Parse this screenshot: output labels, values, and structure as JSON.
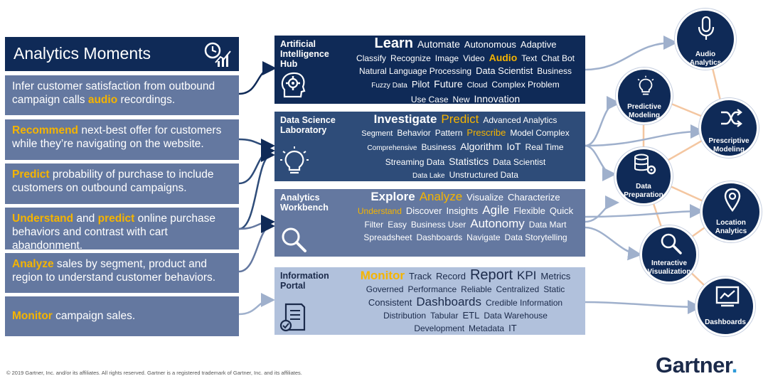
{
  "moments": {
    "title": "Analytics Moments",
    "items": [
      {
        "parts": [
          {
            "t": "Infer customer satisfaction from outbound campaign calls ",
            "h": false
          },
          {
            "t": "audio",
            "h": true
          },
          {
            "t": " recordings.",
            "h": false
          }
        ]
      },
      {
        "parts": [
          {
            "t": "Recommend",
            "h": true
          },
          {
            "t": " next-best offer for customers while they’re navigating on the website.",
            "h": false
          }
        ]
      },
      {
        "parts": [
          {
            "t": "Predict",
            "h": true
          },
          {
            "t": " probability of purchase to include customers on outbound campaigns.",
            "h": false
          }
        ]
      },
      {
        "parts": [
          {
            "t": "Understand",
            "h": true
          },
          {
            "t": " and ",
            "h": false
          },
          {
            "t": "predict",
            "h": true
          },
          {
            "t": " online purchase behaviors and contrast with cart abandonment.",
            "h": false
          }
        ]
      },
      {
        "parts": [
          {
            "t": "Analyze",
            "h": true
          },
          {
            "t": " sales by segment, product and region to understand customer behaviors.",
            "h": false
          }
        ]
      },
      {
        "parts": [
          {
            "t": "Monitor",
            "h": true
          },
          {
            "t": " campaign sales.",
            "h": false
          }
        ]
      }
    ]
  },
  "panels": [
    {
      "title": [
        "Artificial",
        "Intelligence",
        "Hub"
      ],
      "icon": "brain-gear-icon",
      "lines": [
        [
          [
            "Learn",
            "s20 b"
          ],
          [
            "Automate",
            "s14"
          ],
          [
            "Autonomous",
            "s13"
          ],
          [
            "Adaptive",
            "s13"
          ]
        ],
        [
          [
            "Classify",
            "s12"
          ],
          [
            "Recognize",
            "s12"
          ],
          [
            "Image",
            "s12"
          ],
          [
            "Video",
            "s12"
          ],
          [
            "Audio",
            "s14 b gold"
          ],
          [
            "Text",
            "s12"
          ],
          [
            "Chat Bot",
            "s12"
          ]
        ],
        [
          [
            "Natural Language Processing",
            "s12"
          ],
          [
            "Data Scientist",
            "s13"
          ],
          [
            "Business",
            "s12"
          ]
        ],
        [
          [
            "Fuzzy Data",
            "s10"
          ],
          [
            "Pilot",
            "s13"
          ],
          [
            "Future",
            "s14"
          ],
          [
            "Cloud",
            "s11"
          ],
          [
            "Complex Problem",
            "s12"
          ]
        ],
        [
          [
            "Use Case",
            "s12"
          ],
          [
            "New",
            "s12"
          ],
          [
            "Innovation",
            "s14"
          ]
        ]
      ]
    },
    {
      "title": [
        "Data Science",
        "Laboratory"
      ],
      "icon": "lightbulb-icon",
      "lines": [
        [
          [
            "Investigate",
            "s17 b"
          ],
          [
            "Predict",
            "s17 gold"
          ],
          [
            "Advanced Analytics",
            "s12"
          ]
        ],
        [
          [
            "Segment",
            "s11"
          ],
          [
            "Behavior",
            "s12"
          ],
          [
            "Pattern",
            "s12"
          ],
          [
            "Prescribe",
            "s13 gold"
          ],
          [
            "Model Complex",
            "s12"
          ]
        ],
        [
          [
            "Comprehensive",
            "s10"
          ],
          [
            "Business",
            "s12"
          ],
          [
            "Algorithm",
            "s14"
          ],
          [
            "IoT",
            "s14"
          ],
          [
            "Real Time",
            "s12"
          ]
        ],
        [
          [
            "Streaming Data",
            "s12"
          ],
          [
            "Statistics",
            "s14"
          ],
          [
            "Data Scientist",
            "s12"
          ]
        ],
        [
          [
            "Data Lake",
            "s10"
          ],
          [
            "Unstructured Data",
            "s12"
          ]
        ]
      ]
    },
    {
      "title": [
        "Analytics",
        "Workbench"
      ],
      "icon": "magnifier-icon",
      "lines": [
        [
          [
            "Explore",
            "s17 b"
          ],
          [
            "Analyze",
            "s17 gold"
          ],
          [
            "Visualize",
            "s13"
          ],
          [
            "Characterize",
            "s13"
          ]
        ],
        [
          [
            "Understand",
            "s12 gold"
          ],
          [
            "Discover",
            "s13"
          ],
          [
            "Insights",
            "s13"
          ],
          [
            "Agile",
            "s17"
          ],
          [
            "Flexible",
            "s13"
          ],
          [
            "Quick",
            "s13"
          ]
        ],
        [
          [
            "Filter",
            "s12"
          ],
          [
            "Easy",
            "s12"
          ],
          [
            "Business User",
            "s12"
          ],
          [
            "Autonomy",
            "s17"
          ],
          [
            "Data Mart",
            "s12"
          ]
        ],
        [
          [
            "Spreadsheet",
            "s12"
          ],
          [
            "Dashboards",
            "s12"
          ],
          [
            "Navigate",
            "s12"
          ],
          [
            "Data Storytelling",
            "s12"
          ]
        ]
      ]
    },
    {
      "title": [
        "Information",
        "Portal"
      ],
      "icon": "checklist-icon",
      "lines": [
        [
          [
            "Monitor",
            "s17 b gold"
          ],
          [
            "Track",
            "s13"
          ],
          [
            "Record",
            "s13"
          ],
          [
            "Report",
            "s20"
          ],
          [
            "KPI",
            "s17"
          ],
          [
            "Metrics",
            "s13"
          ]
        ],
        [
          [
            "Governed",
            "s12"
          ],
          [
            "Performance",
            "s12"
          ],
          [
            "Reliable",
            "s12"
          ],
          [
            "Centralized",
            "s12"
          ],
          [
            "Static",
            "s12"
          ]
        ],
        [
          [
            "Consistent",
            "s13"
          ],
          [
            "Dashboards",
            "s17"
          ],
          [
            "Credible Information",
            "s12"
          ]
        ],
        [
          [
            "Distribution",
            "s12"
          ],
          [
            "Tabular",
            "s12"
          ],
          [
            "ETL",
            "s13"
          ],
          [
            "Data Warehouse",
            "s12"
          ]
        ],
        [
          [
            "Development",
            "s12"
          ],
          [
            "Metadata",
            "s12"
          ],
          [
            "IT",
            "s13"
          ]
        ]
      ]
    }
  ],
  "outcomes": {
    "audio": [
      "Audio",
      "Analytics"
    ],
    "predictive": [
      "Predictive",
      "Modeling"
    ],
    "prescriptive": [
      "Prescriptive",
      "Modeling"
    ],
    "dataprep": [
      "Data",
      "Preparation"
    ],
    "location": [
      "Location",
      "Analytics"
    ],
    "interactive": [
      "Interactive",
      "Visualization"
    ],
    "dashboards": [
      "Dashboards"
    ]
  },
  "footer": "© 2019 Gartner, Inc. and/or its affiliates. All rights reserved. Gartner is a registered trademark of Gartner, Inc. and its affiliates.",
  "logo": {
    "text": "Gartner",
    "dot": "."
  },
  "colors": {
    "navy": "#0f2a57",
    "mid": "#2e4c79",
    "slate": "#6478a0",
    "light": "#b1c1dc",
    "gold": "#f5b400",
    "connector": "#f4c6a0",
    "arrow": "#9fb0cc"
  }
}
